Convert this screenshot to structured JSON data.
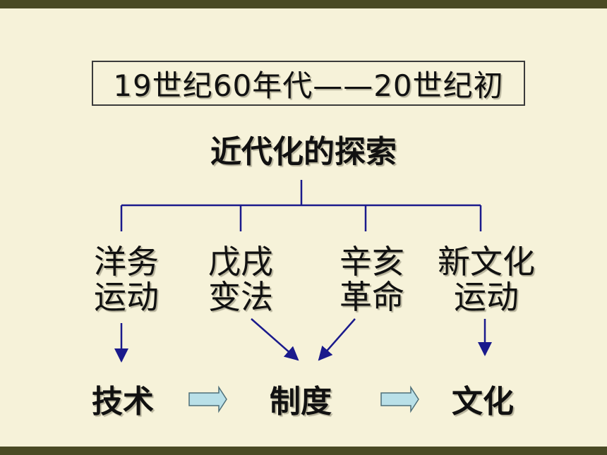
{
  "title": "19世纪60年代——20世纪初",
  "root": "近代化的探索",
  "nodes": [
    {
      "line1": "洋务",
      "line2": "运动"
    },
    {
      "line1": "戊戌",
      "line2": "变法"
    },
    {
      "line1": "辛亥",
      "line2": "革命"
    },
    {
      "line1": "新文化",
      "line2": "运动"
    }
  ],
  "results": [
    "技术",
    "制度",
    "文化"
  ],
  "colors": {
    "background": "#f6f2d9",
    "bar": "#4a4a24",
    "connector": "#1a1a8c",
    "block_arrow_fill": "#b9e0e8",
    "block_arrow_stroke": "#4d6e78"
  }
}
